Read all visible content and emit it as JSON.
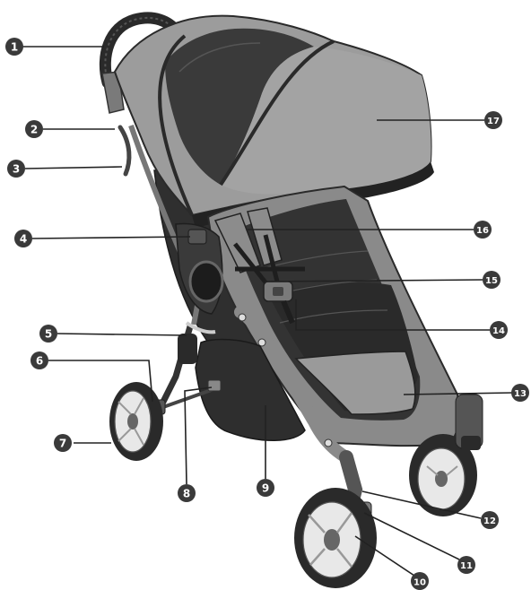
{
  "callouts": [
    {
      "id": "1",
      "label": "1"
    },
    {
      "id": "2",
      "label": "2"
    },
    {
      "id": "3",
      "label": "3"
    },
    {
      "id": "4",
      "label": "4"
    },
    {
      "id": "5",
      "label": "5"
    },
    {
      "id": "6",
      "label": "6"
    },
    {
      "id": "7",
      "label": "7"
    },
    {
      "id": "8",
      "label": "8"
    },
    {
      "id": "9",
      "label": "9"
    },
    {
      "id": "10",
      "label": "10"
    },
    {
      "id": "11",
      "label": "11"
    },
    {
      "id": "12",
      "label": "12"
    },
    {
      "id": "13",
      "label": "13"
    },
    {
      "id": "14",
      "label": "14"
    },
    {
      "id": "15",
      "label": "15"
    },
    {
      "id": "16",
      "label": "16"
    },
    {
      "id": "17",
      "label": "17"
    }
  ],
  "colors": {
    "canopy": "#9a9a9a",
    "canopy_dark": "#2b2b2b",
    "seat_fabric": "#8c8c8c",
    "seat_dark": "#333333",
    "frame": "#6e6e6e",
    "basket": "#2e2e2e",
    "wheel_rim": "#e8e8e8",
    "tire": "#2a2a2a",
    "callout_badge": "#3a3a3a"
  }
}
